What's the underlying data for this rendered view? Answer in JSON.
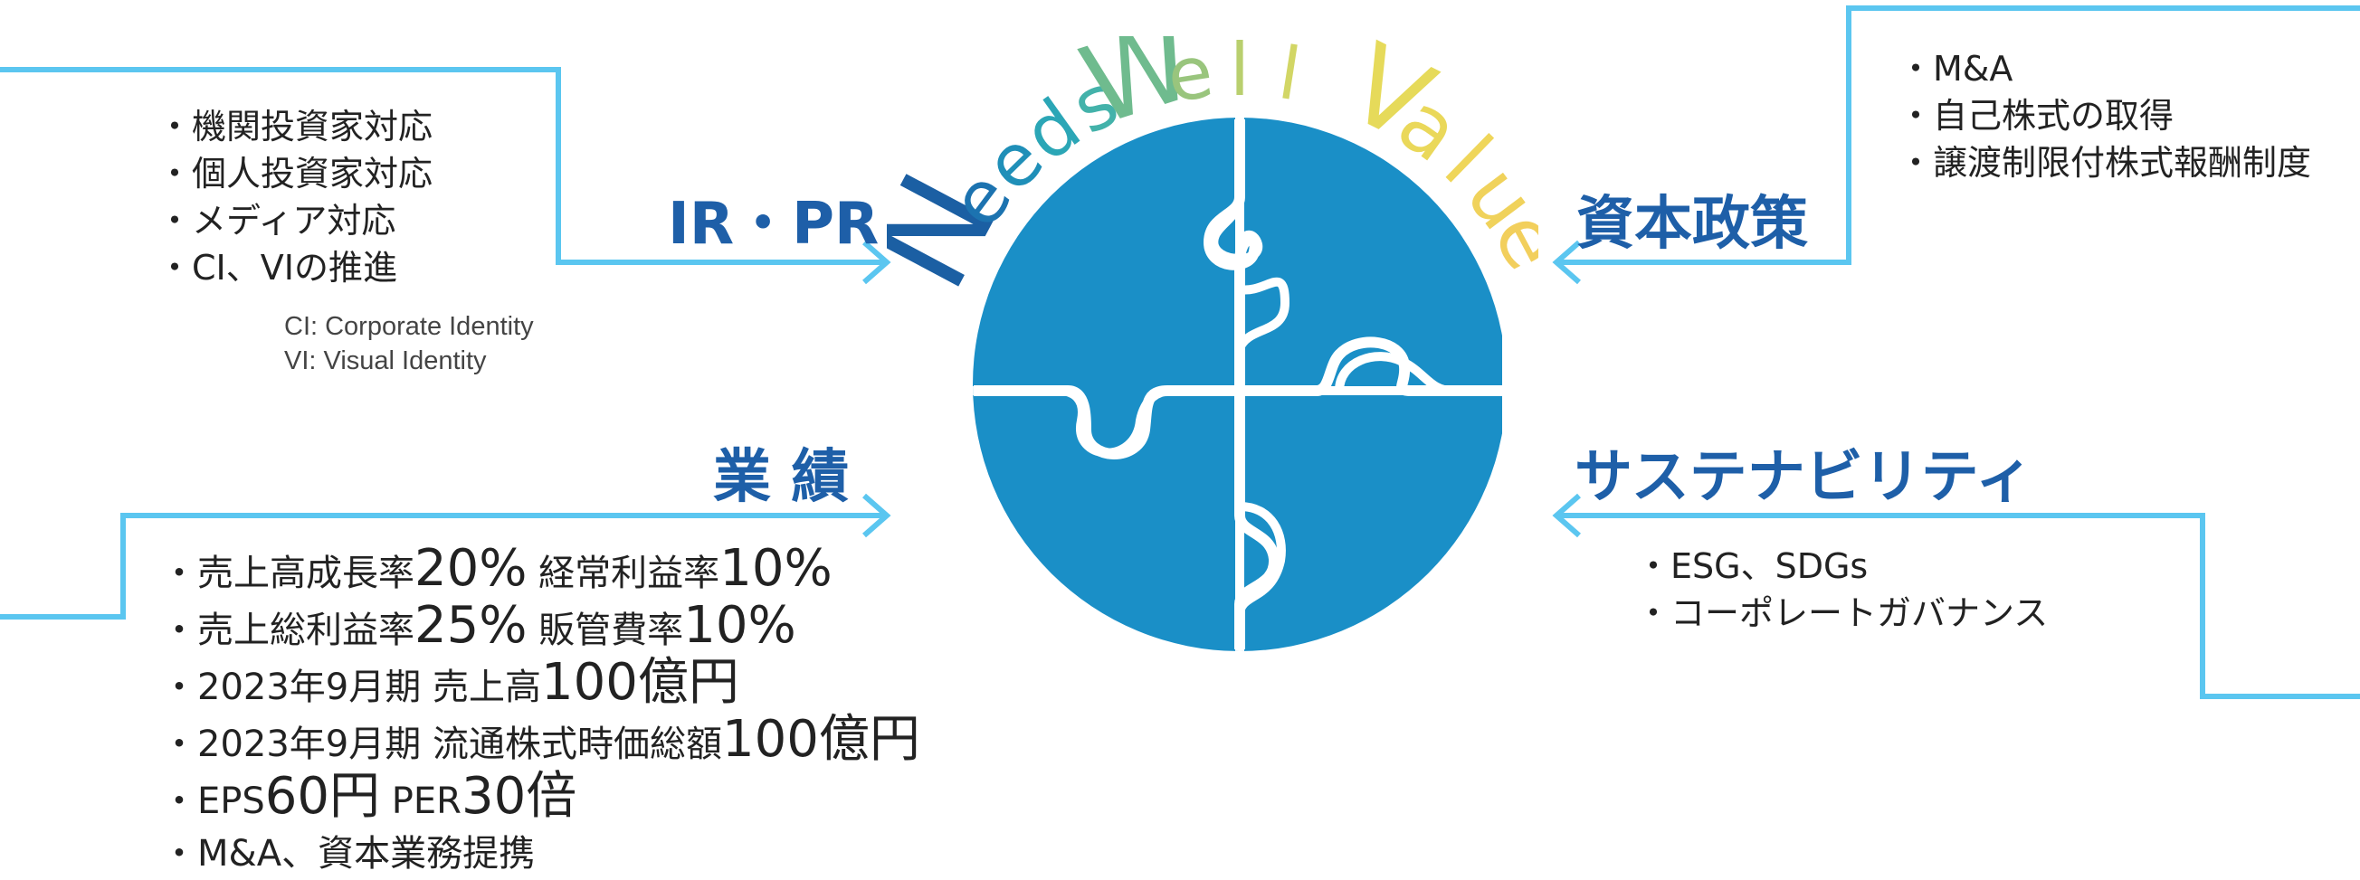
{
  "brand": {
    "title_letters": [
      "N",
      "e",
      "e",
      "d",
      "s",
      "W",
      "e",
      "l",
      "l",
      " ",
      "V",
      "a",
      "l",
      "u",
      "e"
    ]
  },
  "colors": {
    "circle": "#1a8fc7",
    "line": "#5bc6f0",
    "heading": "#1e5fa8",
    "letters": [
      "#1b5fa3",
      "#1c73b0",
      "#1f8fb8",
      "#2ba6b6",
      "#43b2aa",
      "#6fbb8e",
      "#99c57d",
      "#b9cf6e",
      "#d2d665",
      "#ffffff",
      "#e6da5a",
      "#ead85a",
      "#efd65a",
      "#f0d25b",
      "#f2cf5c"
    ]
  },
  "sections": {
    "ir_pr": {
      "heading": "IR・PR",
      "items": [
        "・機関投資家対応",
        "・個人投資家対応",
        "・メディア対応",
        "・CI、VIの推進"
      ],
      "notes": [
        "CI: Corporate Identity",
        "VI: Visual Identity"
      ]
    },
    "capital": {
      "heading": "資本政策",
      "items": [
        "・M&A",
        "・自己株式の取得",
        "・譲渡制限付株式報酬制度"
      ]
    },
    "performance": {
      "heading": "業 績",
      "lines": [
        {
          "a": "・売上高成長率",
          "b": "20%",
          "c": "  経常利益率",
          "d": "10%"
        },
        {
          "a": "・売上総利益率",
          "b": "25%",
          "c": "  販管費率",
          "d": "10%"
        },
        {
          "a": "・2023年9月期  売上高",
          "b": "100億円",
          "c": "",
          "d": ""
        },
        {
          "a": "・2023年9月期  流通株式時価総額",
          "b": "100億円",
          "c": "",
          "d": ""
        },
        {
          "a": "・EPS",
          "b": "60円",
          "c": "  PER",
          "d": "30倍"
        },
        {
          "a": "・M&A、資本業務提携",
          "b": "",
          "c": "",
          "d": ""
        }
      ]
    },
    "sustainability": {
      "heading": "サステナビリティ",
      "items": [
        "・ESG、SDGs",
        "・コーポレートガバナンス"
      ]
    }
  }
}
